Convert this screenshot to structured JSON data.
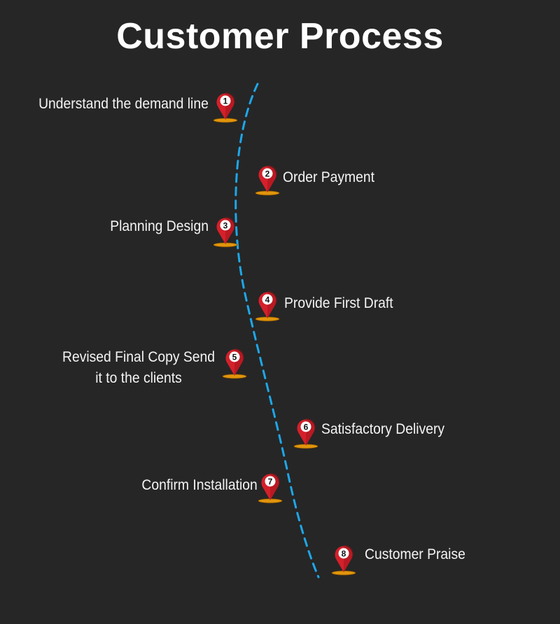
{
  "title": "Customer Process",
  "colors": {
    "background": "#262626",
    "path": "#1ea7e8",
    "pin": "#d4202a",
    "pin_dark": "#9a1118",
    "glow": "#f5a20a",
    "text": "#ffffff"
  },
  "steps": [
    {
      "number": "1",
      "label": "Understand the demand line",
      "side": "left"
    },
    {
      "number": "2",
      "label": "Order Payment",
      "side": "right"
    },
    {
      "number": "3",
      "label": "Planning Design",
      "side": "left"
    },
    {
      "number": "4",
      "label": "Provide First Draft",
      "side": "right"
    },
    {
      "number": "5",
      "label_lines": [
        "Revised Final Copy Send",
        "it to the clients"
      ],
      "side": "left"
    },
    {
      "number": "6",
      "label": "Satisfactory Delivery",
      "side": "right"
    },
    {
      "number": "7",
      "label": "Confirm Installation",
      "side": "left"
    },
    {
      "number": "8",
      "label": "Customer Praise",
      "side": "right"
    }
  ]
}
